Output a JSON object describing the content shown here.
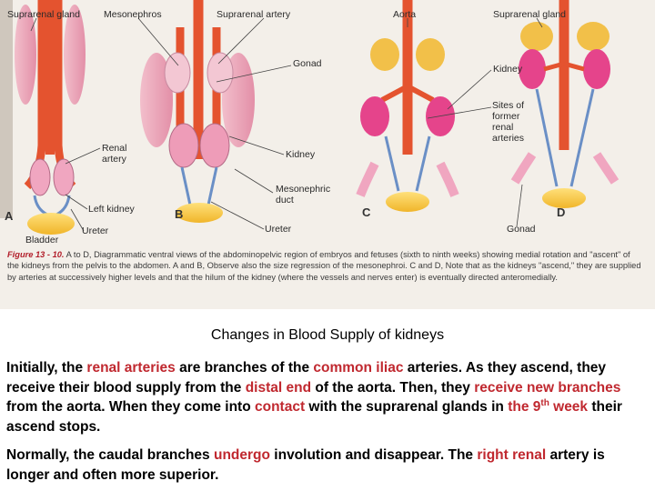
{
  "figure": {
    "labels": {
      "suprarenal_gland_a": "Suprarenal gland",
      "mesonephros": "Mesonephros",
      "suprarenal_artery": "Suprarenal artery",
      "aorta": "Aorta",
      "suprarenal_gland_d": "Suprarenal gland",
      "gonad_top": "Gonad",
      "kidney_d": "Kidney",
      "sites_of_former_renal_arteries": "Sites of\nformer\nrenal\narteries",
      "renal_artery": "Renal\nartery",
      "kidney_b": "Kidney",
      "mesonephric_duct": "Mesonephric\nduct",
      "left_kidney": "Left kidney",
      "ureter_a": "Ureter",
      "ureter_b": "Ureter",
      "gonad_bottom": "Gonad",
      "bladder": "Bladder"
    },
    "panels": [
      "A",
      "B",
      "C",
      "D"
    ],
    "caption": {
      "fig_id": "Figure 13 - 10.",
      "text": "A to D, Diagrammatic ventral views of the abdominopelvic region of embryos and fetuses (sixth to ninth weeks) showing medial rotation and \"ascent\" of the kidneys from the pelvis to the abdomen. A and B, Observe also the size regression of the mesonephroi. C and D, Note that as the kidneys \"ascend,\" they are supplied by arteries at successively higher levels and that the hilum of the kidney (where the vessels and nerves enter) is eventually directed anteromedially."
    }
  },
  "title": "Changes in Blood Supply of kidneys",
  "paragraph1": {
    "s1": "Initially, the ",
    "h1": "renal arteries",
    "s2": " are branches of the ",
    "h2": "common iliac",
    "s3": " arteries. As they ascend, they receive their blood supply from the ",
    "h3": "distal end",
    "s4": " of the aorta. Then, they ",
    "h4": "receive new branches",
    "s5": " from the aorta. When they come into ",
    "h5": "contact",
    "s6": " with the suprarenal glands in ",
    "h6a": "the 9",
    "h6sup": "th",
    "h6b": " week",
    "s7": " their ascend stops."
  },
  "paragraph2": {
    "s1": "Normally, the caudal branches ",
    "h1": "undergo",
    "s2": " involution and disappear. The ",
    "h2": "right renal",
    "s3": " artery is longer and often more superior."
  }
}
